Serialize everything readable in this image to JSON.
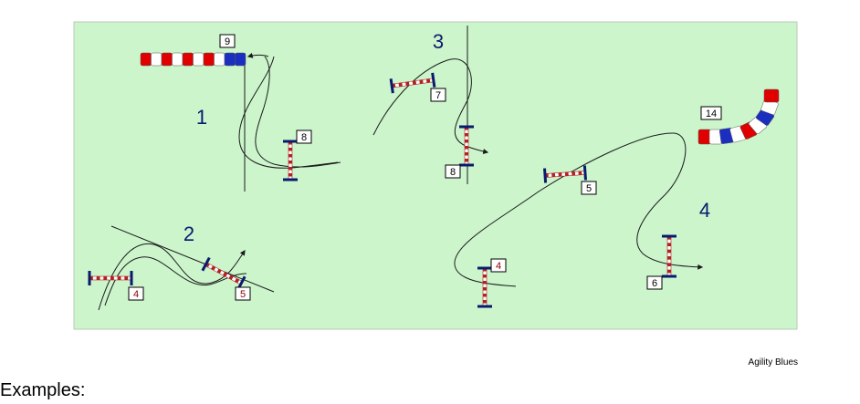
{
  "diagram": {
    "colors": {
      "field": "#ccf5cc",
      "field_border": "#b9c9b9",
      "bar_stripe": "#b22222",
      "wing": "#0a1a6e",
      "tunnel_red": "#e00000",
      "tunnel_blue": "#1a2fc0",
      "path": "#1a1a1a"
    },
    "examples": [
      {
        "label": "1",
        "obstacles": [
          {
            "type": "tunnel",
            "number": "9"
          },
          {
            "type": "jump",
            "number": "8"
          }
        ]
      },
      {
        "label": "2",
        "obstacles": [
          {
            "type": "jump",
            "number": "4"
          },
          {
            "type": "jump",
            "number": "5"
          }
        ]
      },
      {
        "label": "3",
        "obstacles": [
          {
            "type": "jump",
            "number": "7"
          },
          {
            "type": "jump",
            "number": "8"
          }
        ]
      },
      {
        "label": "4",
        "obstacles": [
          {
            "type": "jump",
            "number": "4"
          },
          {
            "type": "jump",
            "number": "5"
          },
          {
            "type": "jump",
            "number": "6"
          },
          {
            "type": "tunnel",
            "number": "14"
          }
        ]
      }
    ]
  },
  "credit": "Agility Blues",
  "caption": "Examples:"
}
